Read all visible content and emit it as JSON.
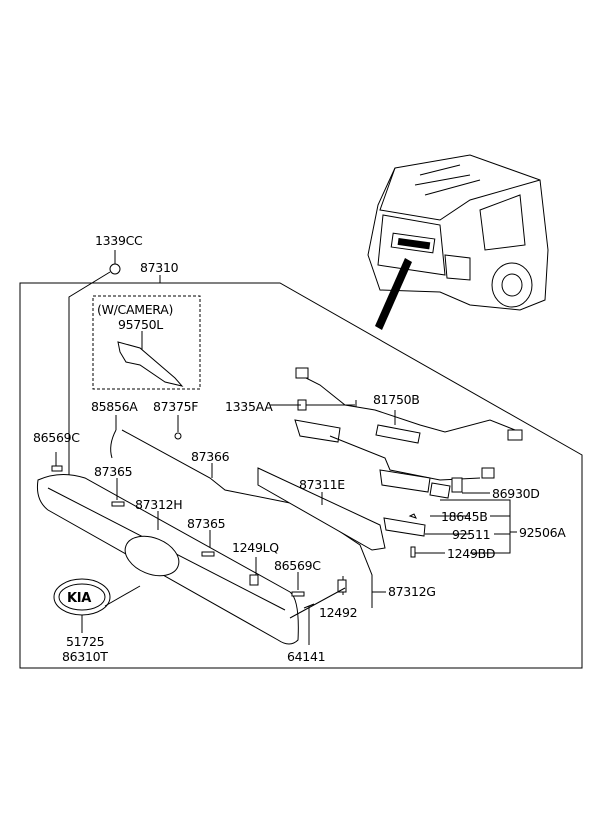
{
  "diagram": {
    "labels": {
      "p1339CC": "1339CC",
      "p87310": "87310",
      "camera_note": "(W/CAMERA)",
      "p95750L": "95750L",
      "p85856A": "85856A",
      "p87375F": "87375F",
      "p1335AA": "1335AA",
      "p81750B": "81750B",
      "p86569C_left": "86569C",
      "p87365_a": "87365",
      "p87366": "87366",
      "p87311E": "87311E",
      "p86930D": "86930D",
      "p87312H": "87312H",
      "p87365_b": "87365",
      "p18645B": "18645B",
      "p92506A": "92506A",
      "p92511": "92511",
      "p1249LQ": "1249LQ",
      "p1249BD": "1249BD",
      "p86569C_right": "86569C",
      "p87312G": "87312G",
      "p12492": "12492",
      "p51725": "51725",
      "p86310T": "86310T",
      "p64141": "64141"
    },
    "emblem_text": "KIA"
  }
}
